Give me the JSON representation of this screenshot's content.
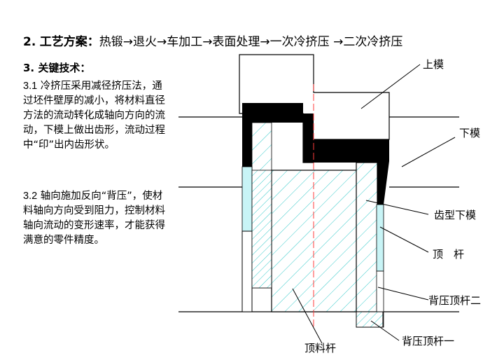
{
  "heading": {
    "number": "2.",
    "title": "工艺方案：",
    "process": "热锻→退火→车加工→表面处理→一次冷挤压 →二次冷挤压"
  },
  "subheading": "3. 关键技术：",
  "paragraphs": [
    {
      "index": "3.1",
      "text": "冷挤压采用减径挤压法，通过坯件壁厚的减小，将材料直径方法的流动转化成轴向方向的流动，下模上做出齿形，流动过程中“印”出内齿形状。"
    },
    {
      "index": "3.2",
      "text": "轴向施加反向“背压”，使材料轴向方向受到阻力，控制材料轴向流动的变形速率，才能获得满意的零件精度。"
    }
  ],
  "labels": {
    "upper_die": "上模",
    "lower_die": "下模",
    "tooth_die": "齿型下模",
    "ejector_rod": "顶　杆",
    "back_pressure_rod_2": "背压顶杆二",
    "back_pressure_rod_1": "背压顶杆一",
    "material_ejector": "顶料杆"
  },
  "colors": {
    "hatch": "#33c9c9",
    "cyan_fill": "#c8f4f6",
    "red_axis": "#ff3b3b",
    "black": "#000000"
  }
}
